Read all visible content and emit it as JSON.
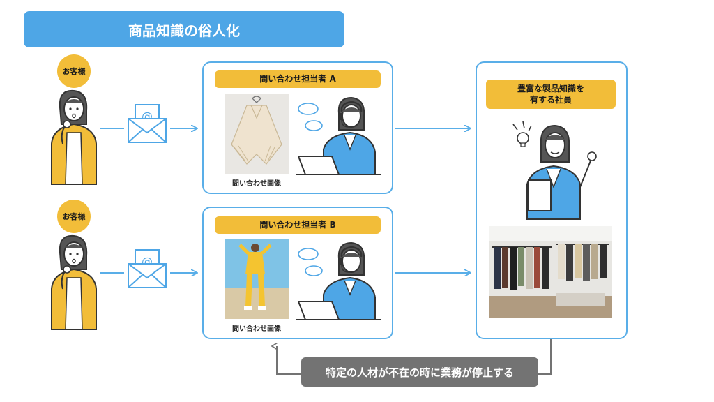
{
  "title": "商品知識の俗人化",
  "customers": [
    {
      "badge": "お客様"
    },
    {
      "badge": "お客様"
    }
  ],
  "handlers": [
    {
      "label": "問い合わせ担当者 A",
      "image_caption": "問い合わせ画像"
    },
    {
      "label": "問い合わせ担当者 B",
      "image_caption": "問い合わせ画像"
    }
  ],
  "expert": {
    "label_line1": "豊富な製品知識を",
    "label_line2": "有する社員"
  },
  "footer": {
    "text": "特定の人材が不在の時に業務が停止する"
  },
  "colors": {
    "accent_blue": "#4ea6e6",
    "panel_border": "#59aee8",
    "badge_yellow": "#f2bd39",
    "footer_gray": "#737373"
  }
}
